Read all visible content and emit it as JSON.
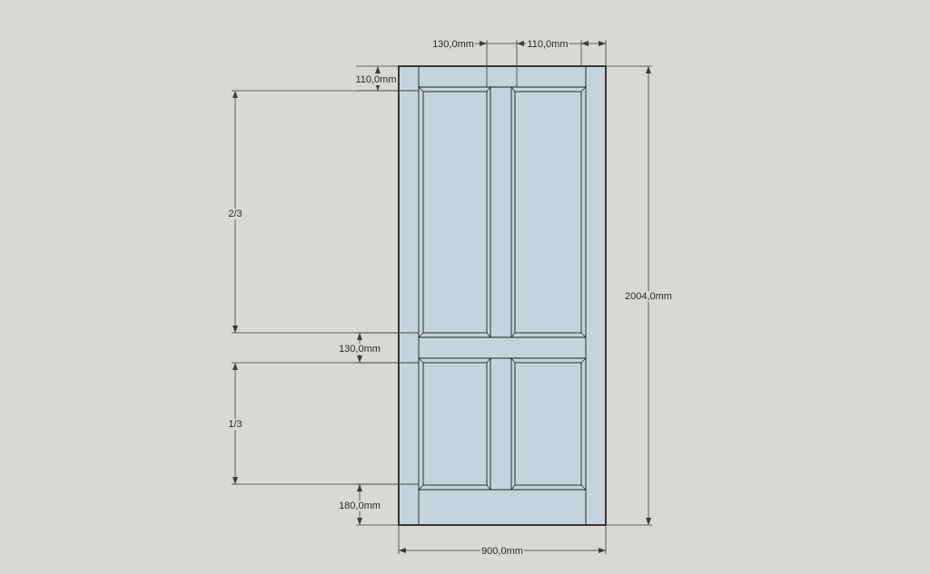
{
  "dimensions": {
    "top_stile_gap": "130,0mm",
    "top_right_stile": "110,0mm",
    "top_rail": "110,0mm",
    "upper_panel_ratio": "2/3",
    "middle_rail": "130,0mm",
    "lower_panel_ratio": "1/3",
    "bottom_rail": "180,0mm",
    "total_height": "2004,0mm",
    "total_width": "900,0mm"
  },
  "colors": {
    "background": "#d9d8d3",
    "door_fill": "#c5d4dc",
    "line": "#1d1d1d"
  }
}
